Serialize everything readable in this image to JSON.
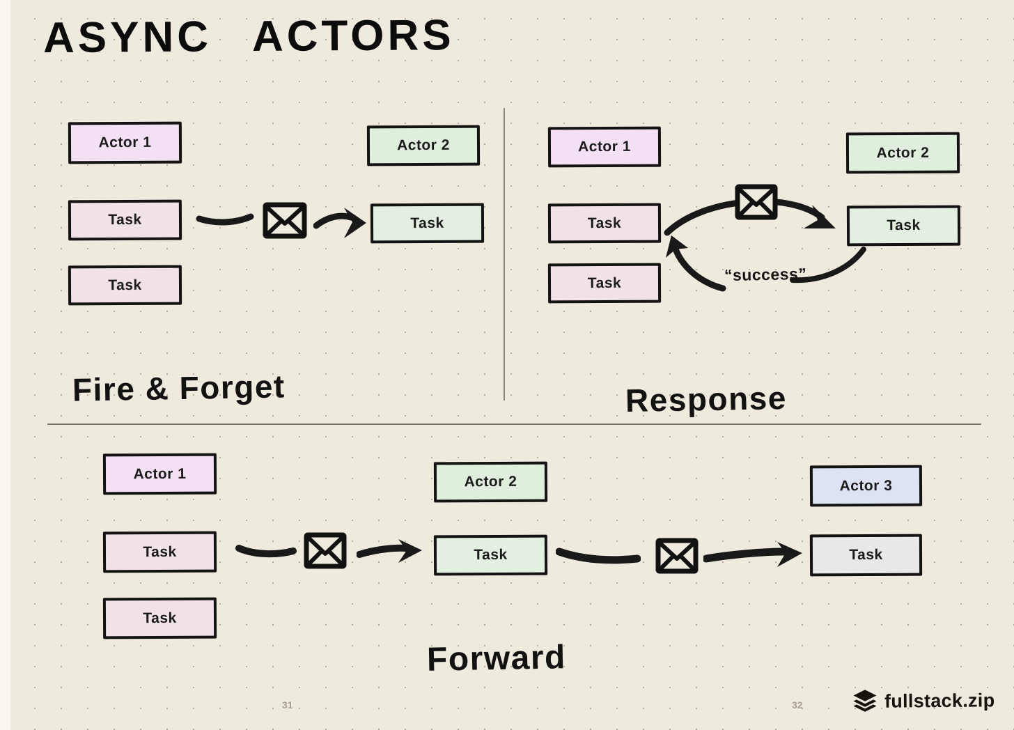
{
  "title": "ASYNC ACTORS",
  "sections": {
    "fire_forget": {
      "label": "Fire & Forget",
      "actor1": "Actor 1",
      "task1": "Task",
      "task2": "Task",
      "actor2": "Actor 2",
      "task3": "Task"
    },
    "response": {
      "label": "Response",
      "actor1": "Actor 1",
      "task1": "Task",
      "task2": "Task",
      "actor2": "Actor 2",
      "task3": "Task",
      "annotation": "“success”"
    },
    "forward": {
      "label": "Forward",
      "actor1": "Actor 1",
      "task1": "Task",
      "task2": "Task",
      "actor2": "Actor 2",
      "task3": "Task",
      "actor3": "Actor 3",
      "task4": "Task"
    }
  },
  "footer": {
    "page_left": "31",
    "page_right": "32",
    "brand": "fullstack.zip"
  },
  "icons": {
    "envelope": "envelope-icon",
    "brand": "layers-icon",
    "arrow": "brush-arrow-icon",
    "dash": "brush-dash-icon"
  },
  "colors": {
    "background": "#efeade",
    "actor_pink": "#f3e1f3",
    "task_rose": "#f0e2e8",
    "actor_green": "#e0eedd",
    "task_green": "#e3efe0",
    "actor_blue": "#dde3f2",
    "task_gray": "#e8e8ea",
    "ink": "#191919",
    "divider": "#8d8779",
    "page_number": "#a49f92"
  }
}
